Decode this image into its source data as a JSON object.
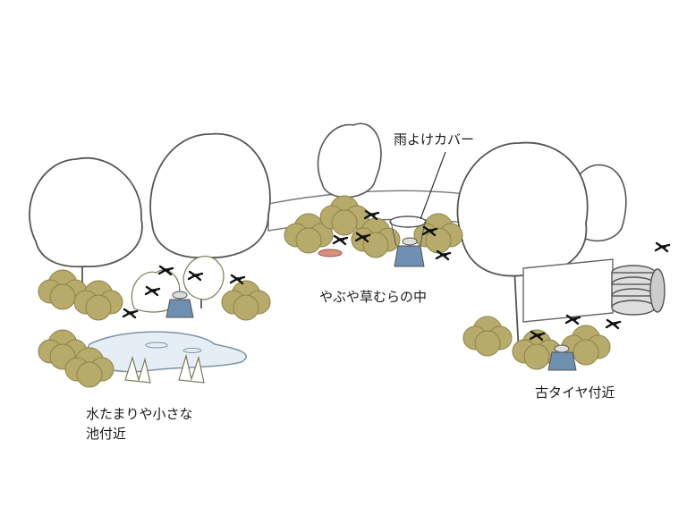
{
  "labels": {
    "rain_cover": "雨よけカバー",
    "bushes": "やぶや草むらの中",
    "puddle_line1": "水たまりや小さな",
    "puddle_line2": "池付近",
    "old_tires": "古タイヤ付近"
  },
  "colors": {
    "outline": "#555555",
    "foliage_fill": "#b7ab6c",
    "foliage_dark": "#8d8245",
    "tree_fill": "#ffffff",
    "water_fill": "#e6eef5",
    "water_outline": "#7d93aa",
    "trap_blue": "#6f8fb0",
    "tire_gray": "#c9c9c9",
    "mosquito": "#111111",
    "wall": "#ffffff"
  },
  "icons": [
    "mosquito-icon",
    "tree-icon",
    "bush-icon",
    "trap-icon",
    "tire-icon",
    "puddle-icon"
  ]
}
